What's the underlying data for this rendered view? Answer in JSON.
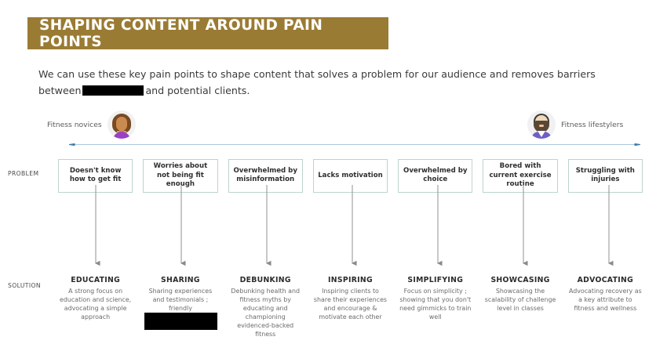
{
  "slide": {
    "title": "SHAPING CONTENT AROUND PAIN POINTS",
    "title_bar_color": "#9a7b33",
    "background_color": "#ffffff"
  },
  "intro": {
    "part1": "We can use these key pain points to shape content that solves a problem for our audience and removes barriers between",
    "redacted": "[redacted]",
    "part2": "and potential clients."
  },
  "spectrum": {
    "left_label": "Fitness novices",
    "right_label": "Fitness lifestylers",
    "left_avatar_icon": "female-avatar-icon",
    "right_avatar_icon": "male-bearded-avatar-icon",
    "arrow_color": "#4a89b8",
    "arrow_icon": "double-headed-arrow-icon"
  },
  "rows": {
    "problem_label": "PROBLEM",
    "solution_label": "SOLUTION"
  },
  "problems": [
    {
      "text": "Doesn't know how to get fit"
    },
    {
      "text": "Worries about not being fit enough"
    },
    {
      "text": "Overwhelmed by misinformation"
    },
    {
      "text": "Lacks motivation"
    },
    {
      "text": "Overwhelmed by choice"
    },
    {
      "text": "Bored with current exercise routine"
    },
    {
      "text": "Struggling with injuries"
    }
  ],
  "solutions": [
    {
      "title": "EDUCATING",
      "desc": "A strong focus on education and science, advocating a simple approach",
      "redacted": false
    },
    {
      "title": "SHARING",
      "desc": "Sharing experiences and testimonials ;",
      "desc_tail": "friendly",
      "redacted": true
    },
    {
      "title": "DEBUNKING",
      "desc": "Debunking health and fitness myths by educating and championing evidenced-backed fitness",
      "redacted": false
    },
    {
      "title": "INSPIRING",
      "desc": "Inspiring clients to share their experiences and encourage & motivate each other",
      "redacted": false
    },
    {
      "title": "SIMPLIFYING",
      "desc": "Focus on simplicity ; showing that you don't need gimmicks to train well",
      "redacted": false
    },
    {
      "title": "SHOWCASING",
      "desc": "Showcasing the scalability of challenge level in classes",
      "redacted": false
    },
    {
      "title": "ADVOCATING",
      "desc": "Advocating recovery as a key attribute to fitness and wellness",
      "redacted": false
    }
  ],
  "colors": {
    "box_border": "#bcd4ce",
    "connector": "#8a8a8a",
    "title_gold": "#9a7b33",
    "body_text": "#3a3a3a",
    "muted_text": "#6b6b6b"
  }
}
